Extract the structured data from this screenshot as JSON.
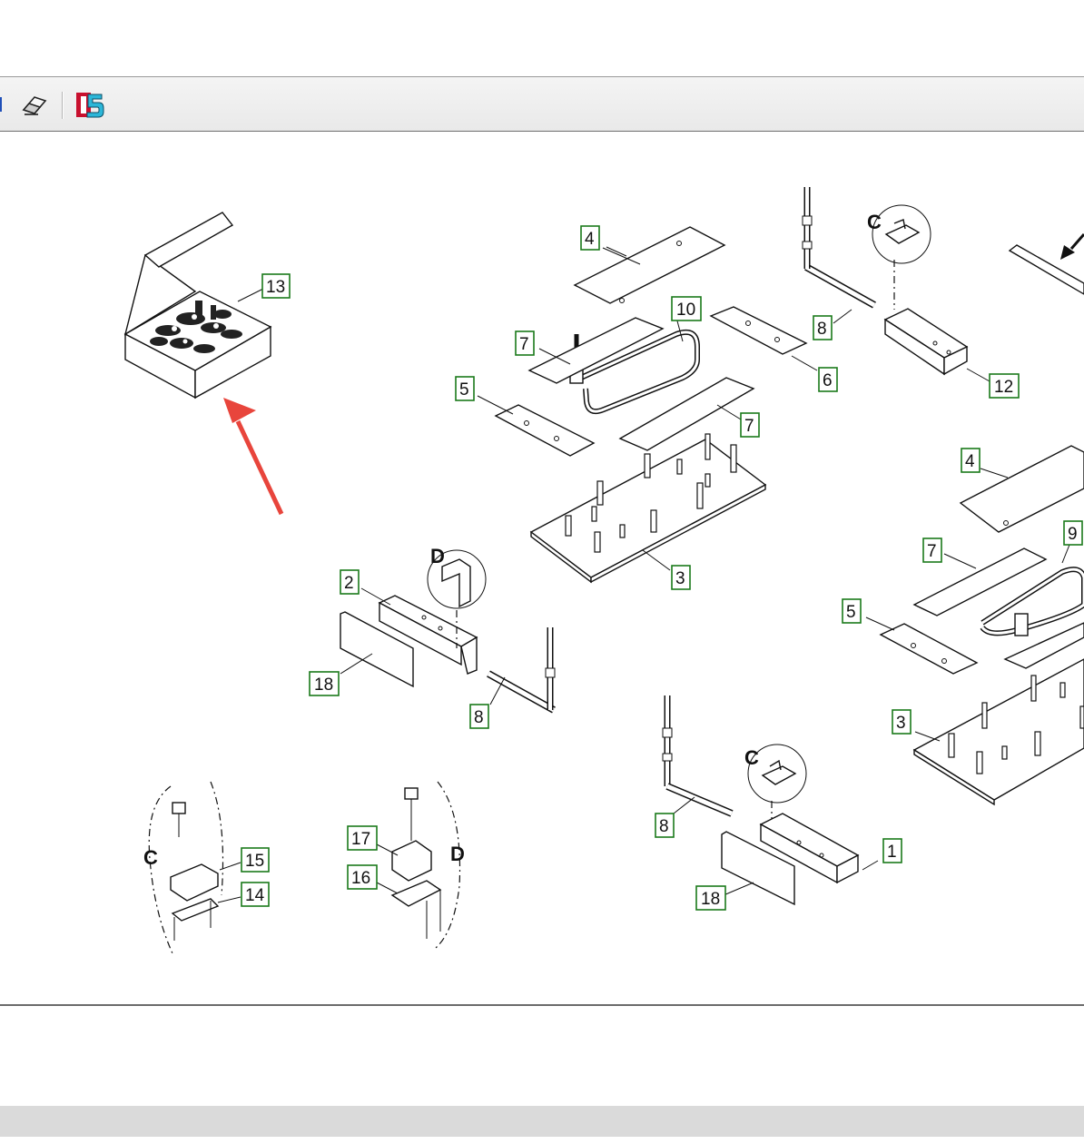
{
  "toolbar": {
    "buttons": [
      {
        "name": "navigation-icon",
        "color": "#1f4fb8"
      },
      {
        "name": "eraser-icon"
      },
      {
        "name": "app-logo-icon",
        "glyph": "5",
        "colors": {
          "red": "#c8102e",
          "cyan": "#2bb6d8"
        }
      }
    ]
  },
  "diagram": {
    "callouts": {
      "c13": "13",
      "c4a": "4",
      "c10": "10",
      "c7a": "7",
      "c8a": "8",
      "c6": "6",
      "c12": "12",
      "c5a": "5",
      "c7b": "7",
      "c3a": "3",
      "c4b": "4",
      "c9": "9",
      "c7c": "7",
      "c5b": "5",
      "c3b": "3",
      "c2": "2",
      "c18a": "18",
      "c8b": "8",
      "c8c": "8",
      "c1": "1",
      "c18b": "18",
      "c15": "15",
      "c14": "14",
      "c17": "17",
      "c16": "16"
    },
    "detail_labels": {
      "dc1": "C",
      "dd1": "D",
      "dc2": "C",
      "dc3": "C",
      "dd2": "D"
    },
    "arrow_color": "#e8453c",
    "callout_border_color": "#1a7a1a"
  }
}
